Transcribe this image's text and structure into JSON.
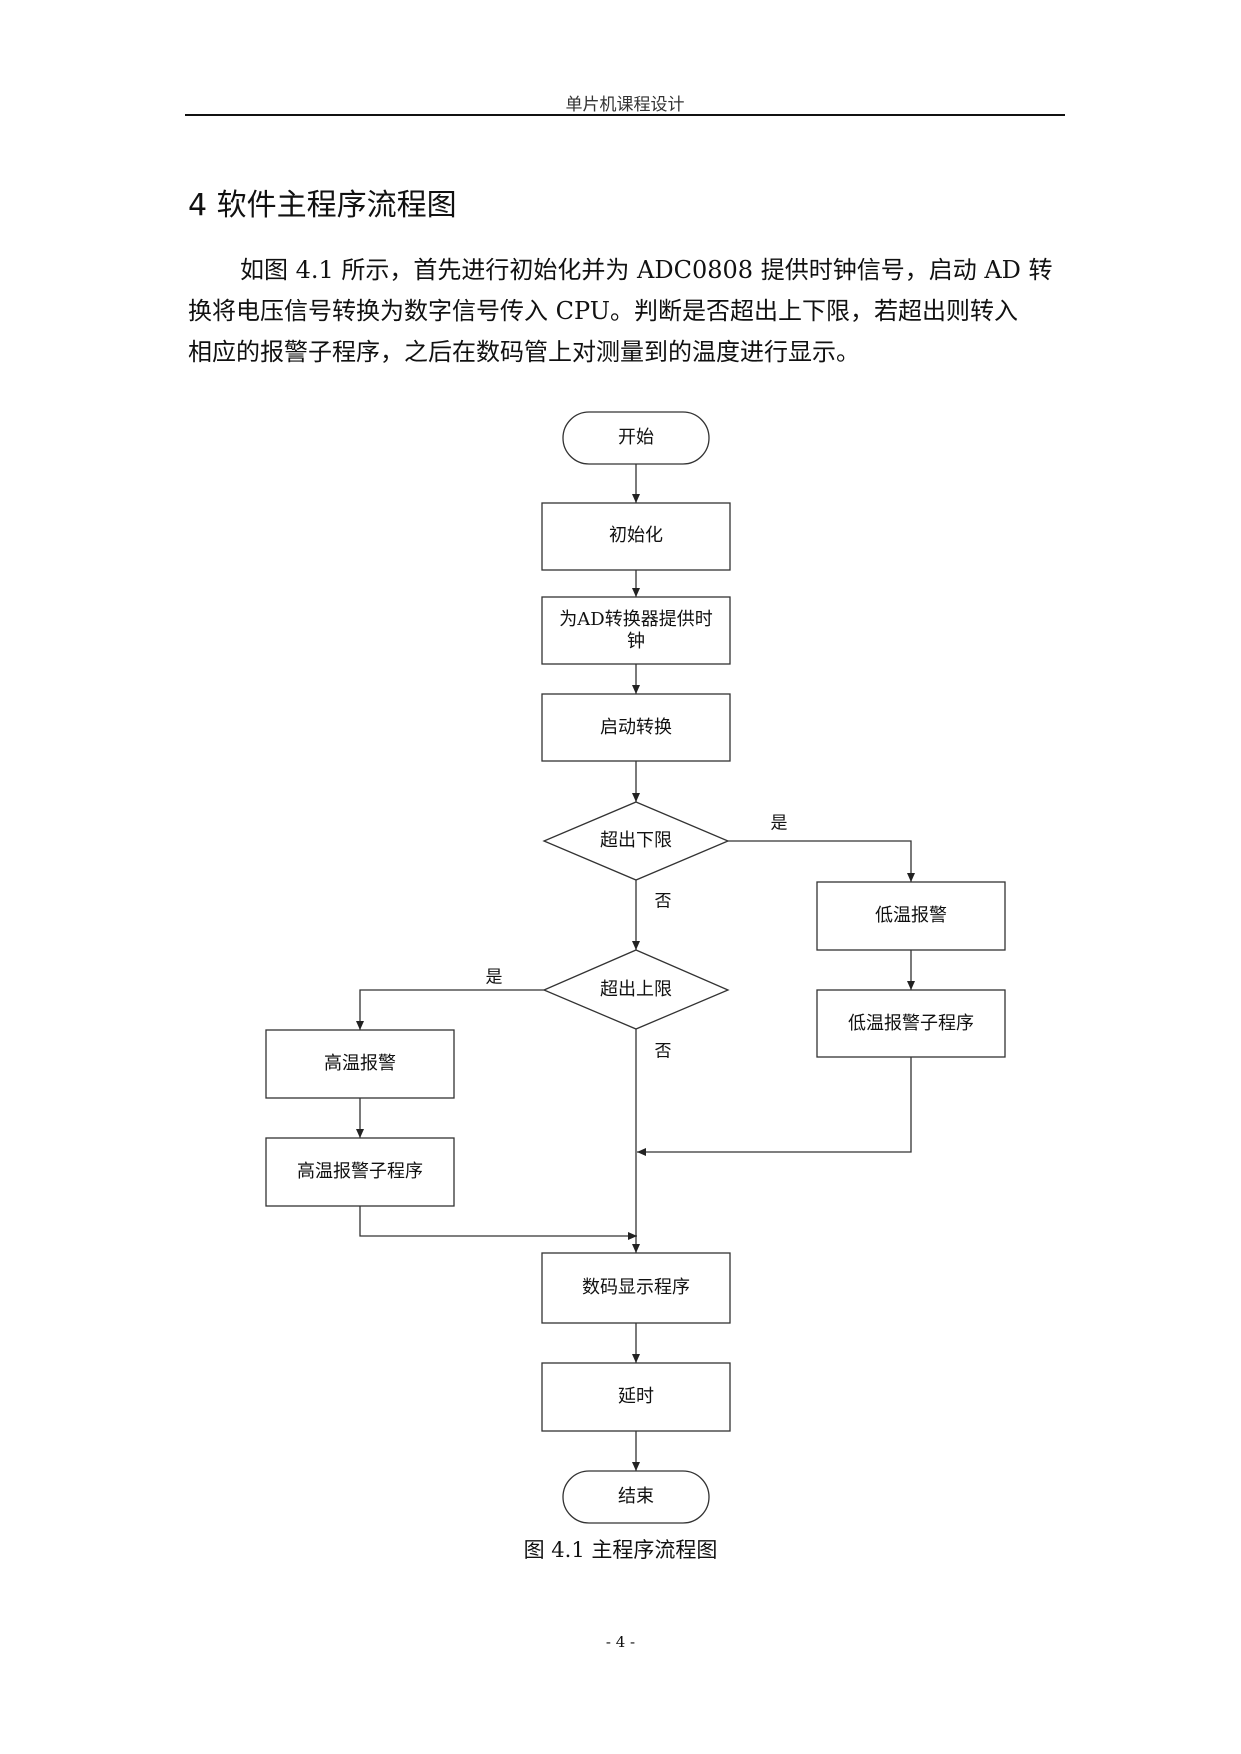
{
  "header": {
    "title": "单片机课程设计"
  },
  "section": {
    "heading": "4 软件主程序流程图"
  },
  "paragraph": {
    "line1": "如图 4.1 所示，首先进行初始化并为 ADC0808 提供时钟信号，启动 AD 转",
    "line2": "换将电压信号转换为数字信号传入 CPU。判断是否超出上下限，若超出则转入",
    "line3": "相应的报警子程序，之后在数码管上对测量到的温度进行显示。"
  },
  "flowchart": {
    "start": "开始",
    "init": "初始化",
    "clock_line1": "为AD转换器提供时",
    "clock_line2": "钟",
    "start_convert": "启动转换",
    "check_low": "超出下限",
    "check_high": "超出上限",
    "low_alarm": "低温报警",
    "low_alarm_sub": "低温报警子程序",
    "high_alarm": "高温报警",
    "high_alarm_sub": "高温报警子程序",
    "display": "数码显示程序",
    "delay": "延时",
    "end": "结束",
    "yes_low": "是",
    "no_low": "否",
    "yes_high": "是",
    "no_high": "否"
  },
  "caption": "图 4.1  主程序流程图",
  "page_number": "- 4 -"
}
